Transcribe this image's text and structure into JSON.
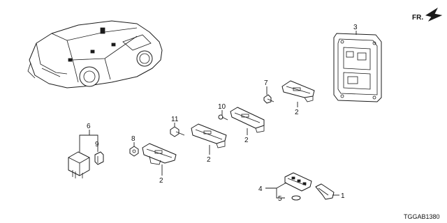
{
  "diagram": {
    "direction_label": "FR.",
    "code": "TGGAB1380"
  },
  "callouts": [
    {
      "id": "c-1",
      "text": "1"
    },
    {
      "id": "c-2a",
      "text": "2"
    },
    {
      "id": "c-2b",
      "text": "2"
    },
    {
      "id": "c-2c",
      "text": "2"
    },
    {
      "id": "c-2d",
      "text": "2"
    },
    {
      "id": "c-3",
      "text": "3"
    },
    {
      "id": "c-4",
      "text": "4"
    },
    {
      "id": "c-5",
      "text": "5"
    },
    {
      "id": "c-6",
      "text": "6"
    },
    {
      "id": "c-7",
      "text": "7"
    },
    {
      "id": "c-8",
      "text": "8"
    },
    {
      "id": "c-9",
      "text": "9"
    },
    {
      "id": "c-10",
      "text": "10"
    },
    {
      "id": "c-11",
      "text": "11"
    }
  ],
  "icons": {
    "direction_arrow": "arrow-right-icon"
  }
}
